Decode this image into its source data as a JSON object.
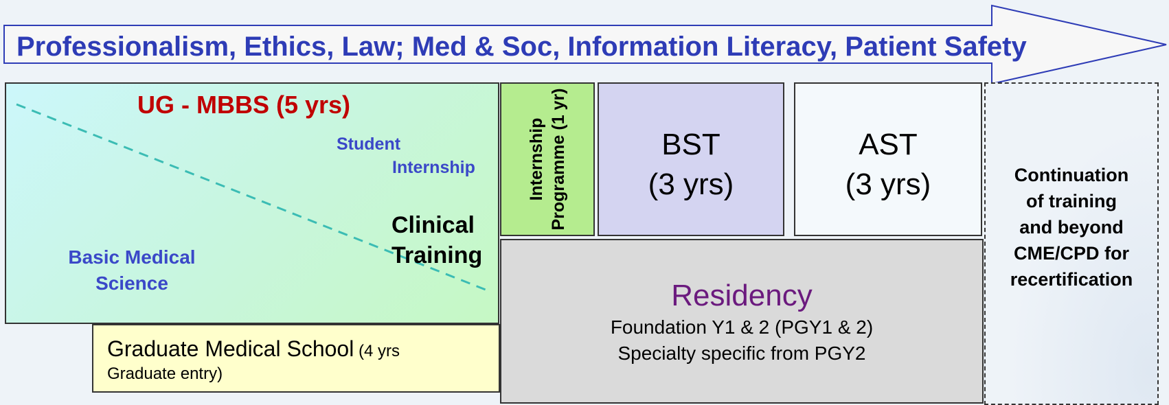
{
  "banner": {
    "text": "Professionalism, Ethics, Law; Med & Soc, Information Literacy, Patient Safety"
  },
  "ug": {
    "title": "UG - MBBS (5 yrs)",
    "student": "Student",
    "internship": "Internship",
    "clinical_line1": "Clinical",
    "clinical_line2": "Training",
    "basic_line1": "Basic Medical",
    "basic_line2": "Science"
  },
  "gms": {
    "main": "Graduate Medical School",
    "paren_line1": " (4 yrs",
    "paren_line2": "Graduate entry)"
  },
  "internship_programme": {
    "line1": "Internship",
    "line2": "Programme (1 yr)"
  },
  "bst": {
    "line1": "BST",
    "line2": "(3 yrs)"
  },
  "ast": {
    "line1": "AST",
    "line2": "(3 yrs)"
  },
  "residency": {
    "title": "Residency",
    "line1": "Foundation Y1 & 2 (PGY1 & 2)",
    "line2": "Specialty specific  from PGY2"
  },
  "continuation": {
    "line1": "Continuation",
    "line2": "of training",
    "line3": "and beyond",
    "line4": "CME/CPD for",
    "line5": "recertification"
  },
  "colors": {
    "banner_text": "#2e3cb6",
    "ug_title": "#c00000",
    "residency_title": "#6b1a7e",
    "internship_fill": "#b5ec8f",
    "bst_fill": "#d4d4f1",
    "gms_fill": "#ffffcc",
    "residency_fill": "#dadada"
  }
}
